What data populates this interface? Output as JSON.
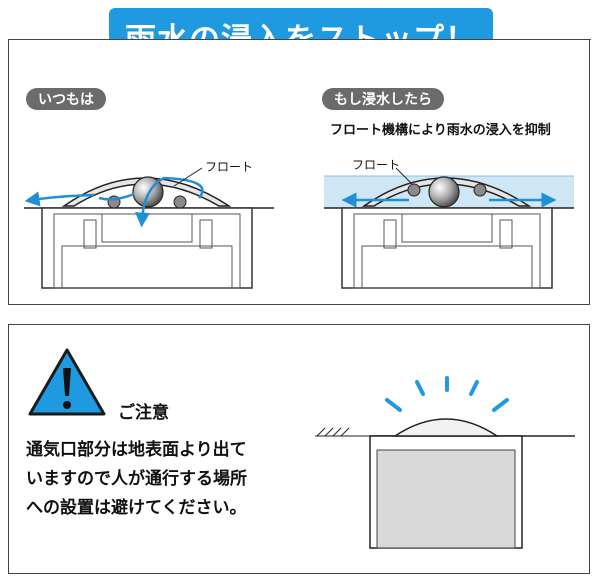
{
  "banner": {
    "title": "雨水の浸入をストップ！"
  },
  "normal": {
    "label": "いつもは",
    "float_label": "フロート"
  },
  "flood": {
    "label": "もし浸水したら",
    "caption": "フロート機構により雨水の浸入を抑制",
    "float_label": "フロート"
  },
  "caution": {
    "title": "ご注意",
    "lines": [
      "通気口部分は地表面より出て",
      "いますので人が通行する場所",
      "への設置は避けてください。"
    ]
  },
  "colors": {
    "banner": "#1f9ae0",
    "arrow": "#1f8fd6",
    "water": "#cfe6f5",
    "pill": "#6b6b6b",
    "warning": "#1f9ae0",
    "ground_fill": "#d9d9d9"
  }
}
